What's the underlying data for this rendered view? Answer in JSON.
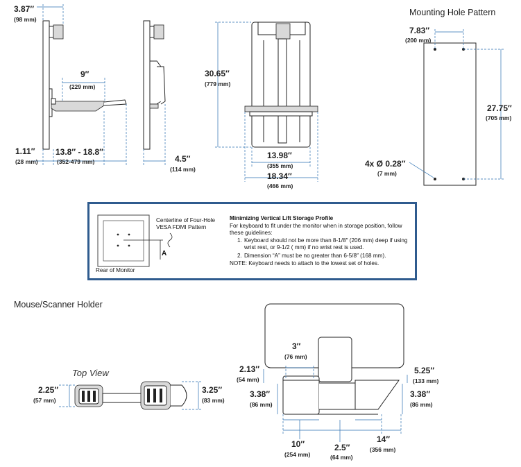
{
  "colors": {
    "dimension_line": "#2a6fb0",
    "note_border": "#2f5b8e",
    "outline": "#222222"
  },
  "headers": {
    "mounting_hole_pattern": "Mounting Hole Pattern",
    "mouse_scanner_holder": "Mouse/Scanner Holder",
    "top_view": "Top View"
  },
  "dims": {
    "d387": {
      "in": "3.87″",
      "mm": "(98 mm)"
    },
    "d9": {
      "in": "9″",
      "mm": "(229 mm)"
    },
    "d111": {
      "in": "1.11″",
      "mm": "(28 mm)"
    },
    "d138": {
      "in": "13.8″ - 18.8″",
      "mm": "(352-479 mm)"
    },
    "d45": {
      "in": "4.5″",
      "mm": "(114 mm)"
    },
    "d3065": {
      "in": "30.65″",
      "mm": "(779 mm)"
    },
    "d1398": {
      "in": "13.98″",
      "mm": "(355 mm)"
    },
    "d1834": {
      "in": "18.34″",
      "mm": "(466 mm)"
    },
    "d783": {
      "in": "7.83″",
      "mm": "(200 mm)"
    },
    "d2775": {
      "in": "27.75″",
      "mm": "(705 mm)"
    },
    "d028": {
      "in": "4x Ø 0.28″",
      "mm": "(7 mm)"
    },
    "d225": {
      "in": "2.25″",
      "mm": "(57 mm)"
    },
    "d325": {
      "in": "3.25″",
      "mm": "(83 mm)"
    },
    "d3": {
      "in": "3″",
      "mm": "(76 mm)"
    },
    "d213": {
      "in": "2.13″",
      "mm": "(54 mm)"
    },
    "d525": {
      "in": "5.25″",
      "mm": "(133 mm)"
    },
    "d338l": {
      "in": "3.38″",
      "mm": "(86 mm)"
    },
    "d338r": {
      "in": "3.38″",
      "mm": "(86 mm)"
    },
    "d10": {
      "in": "10″",
      "mm": "(254 mm)"
    },
    "d25": {
      "in": "2.5″",
      "mm": "(64 mm)"
    },
    "d14": {
      "in": "14″",
      "mm": "(356 mm)"
    }
  },
  "note": {
    "centerline_line1": "Centerline of Four-Hole",
    "centerline_line2": "VESA FDMI Pattern",
    "label_a": "A",
    "rear_of_monitor": "Rear of Monitor",
    "title": "Minimizing Vertical Lift Storage Profile",
    "body1": "For keyboard to fit under the monitor when in storage position, follow",
    "body2": "these guidelines:",
    "item1_num": "1.",
    "item1_line1": "Keyboard should not be more than 8-1/8″ (206 mm) deep if using",
    "item1_line2": "wrist rest, or 9-1/2 ( mm) if no wrist rest is used.",
    "item2_num": "2.",
    "item2_line1": "Dimension “A” must be no greater than 6-5/8″ (168 mm).",
    "note_line": "NOTE: Keyboard needs to attach to the lowest set of holes."
  }
}
